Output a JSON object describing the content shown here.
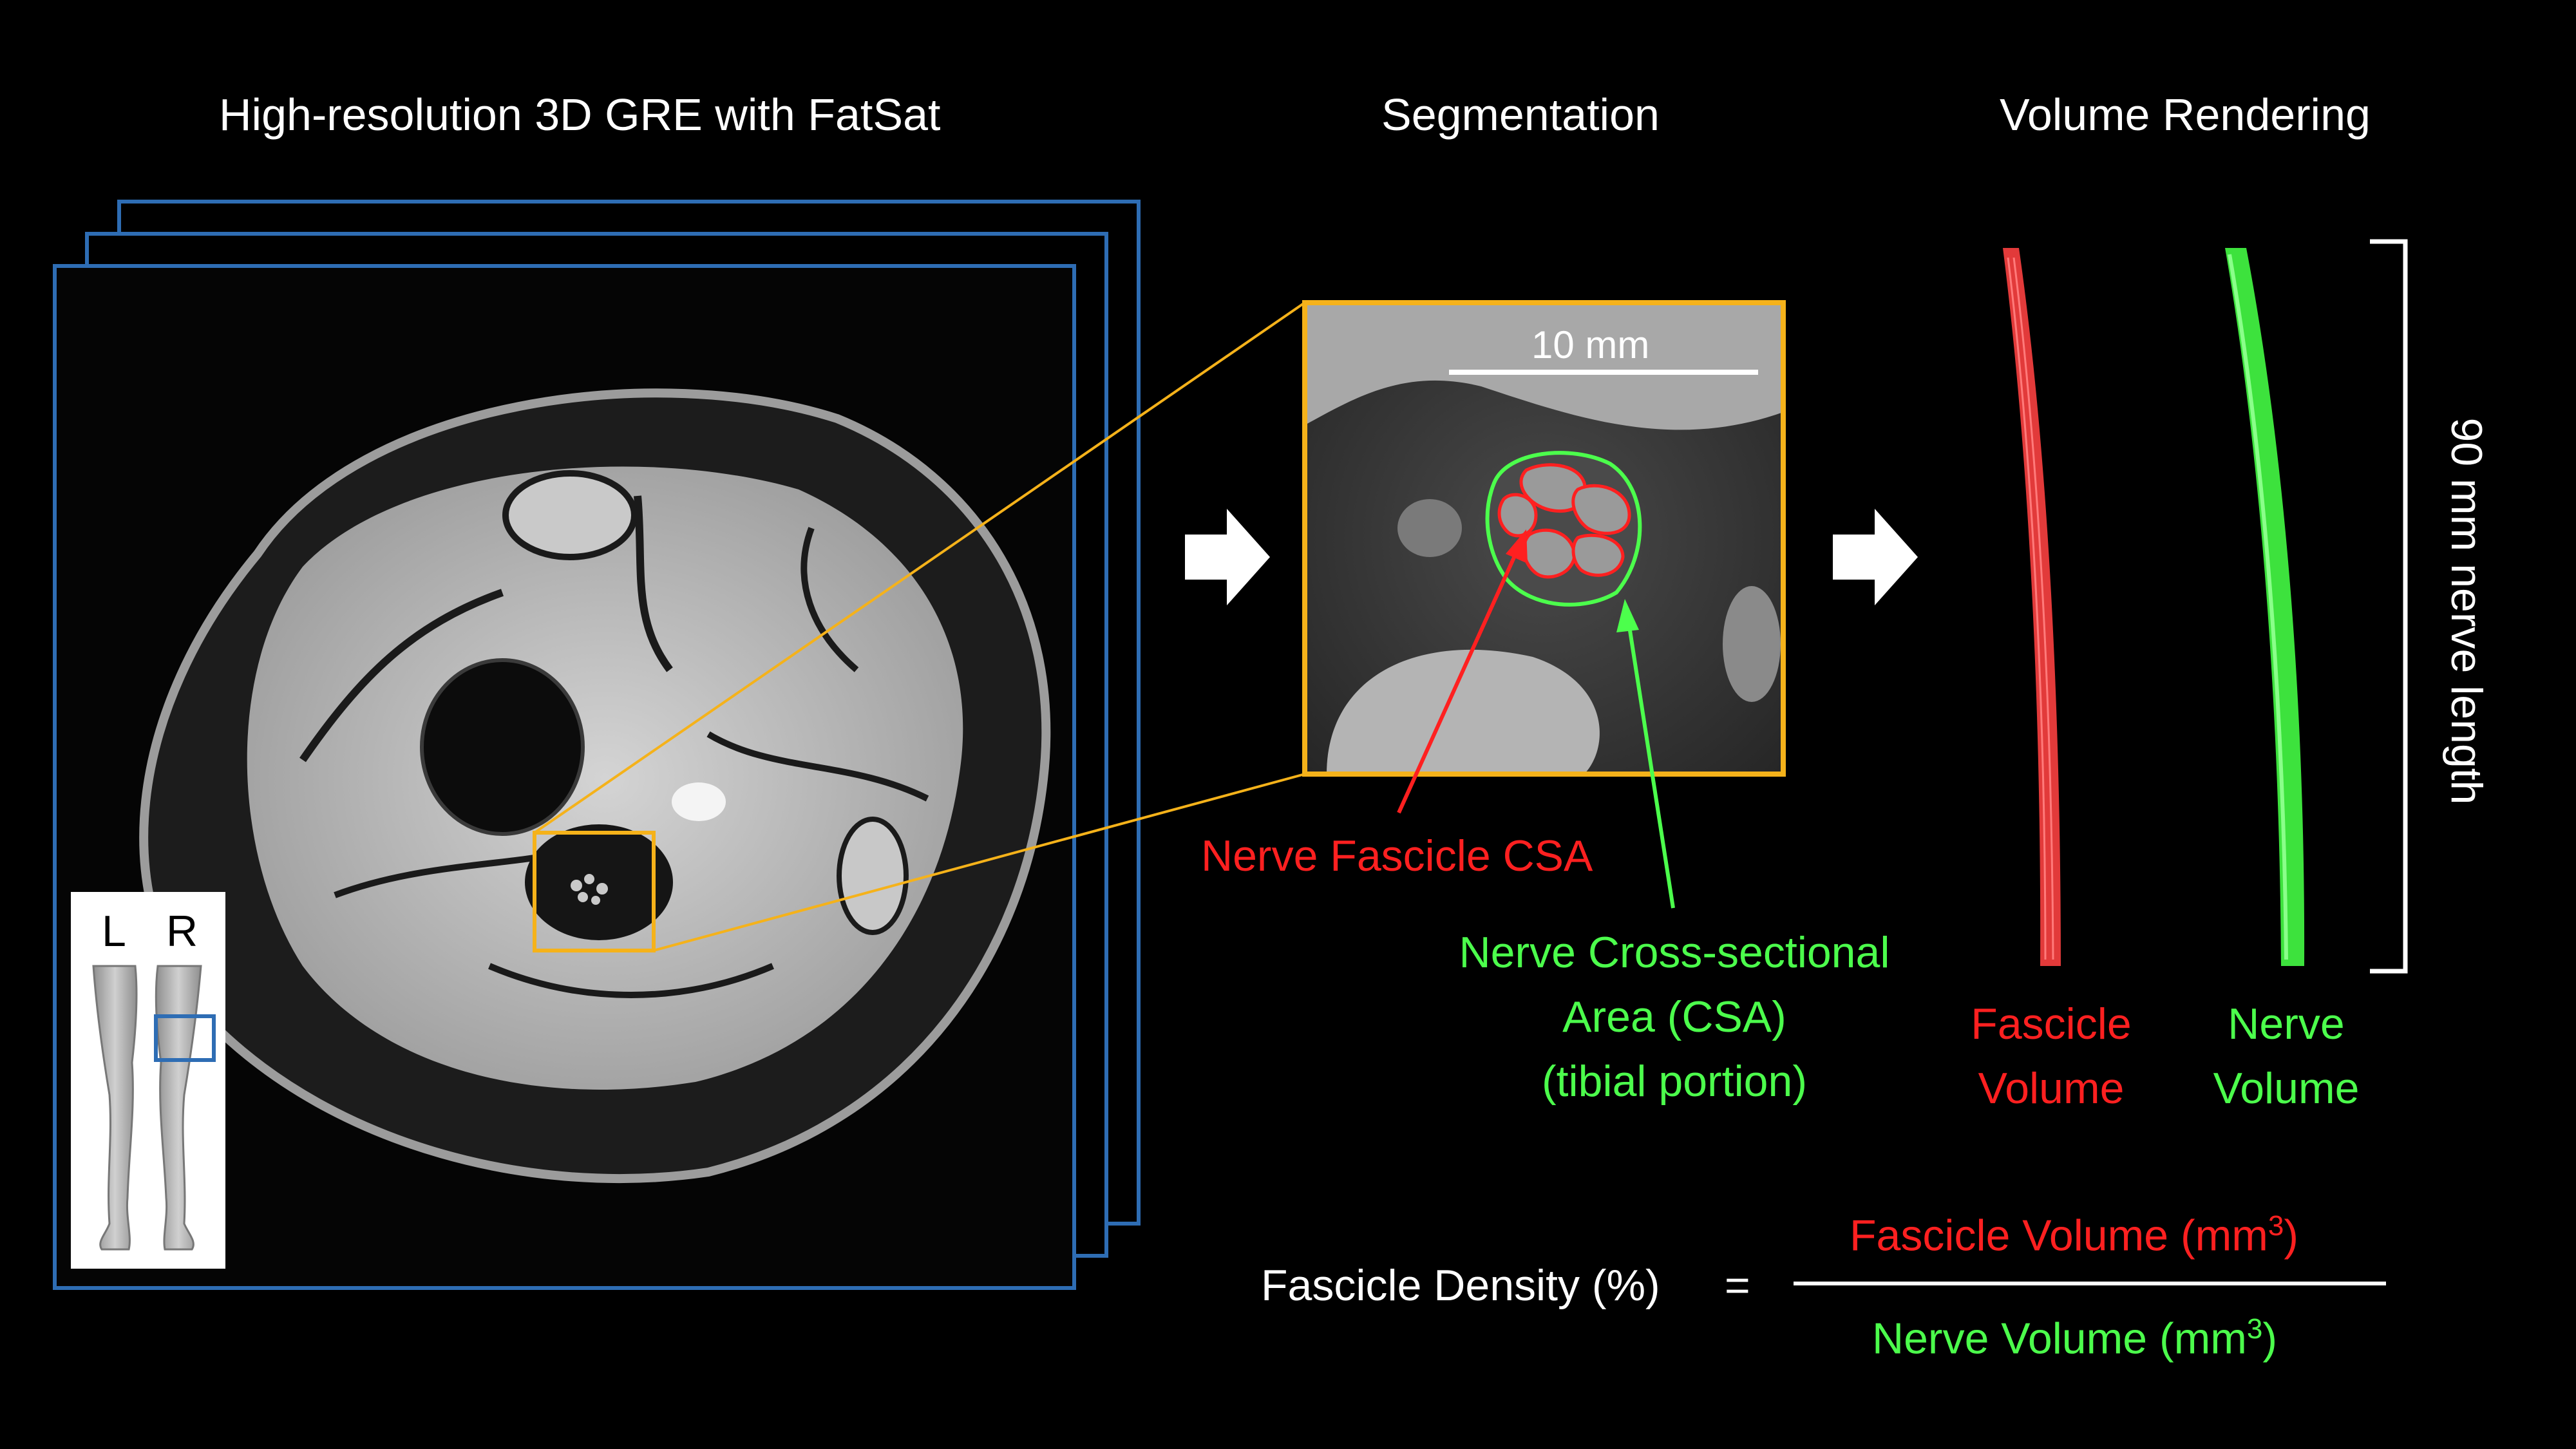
{
  "headers": {
    "mri": "High-resolution 3D GRE with FatSat",
    "segmentation": "Segmentation",
    "rendering": "Volume Rendering"
  },
  "inset": {
    "left_label": "L",
    "right_label": "R"
  },
  "zoom": {
    "scale_label": "10 mm"
  },
  "annotations": {
    "fascicle_csa": "Nerve Fascicle CSA",
    "nerve_csa_line1": "Nerve Cross-sectional",
    "nerve_csa_line2": "Area (CSA)",
    "nerve_csa_line3": "(tibial portion)"
  },
  "rendering": {
    "fascicle_line1": "Fascicle",
    "fascicle_line2": "Volume",
    "nerve_line1": "Nerve",
    "nerve_line2": "Volume",
    "length_label": "90 mm nerve length"
  },
  "formula": {
    "lhs": "Fascicle Density (%)",
    "equals": "=",
    "numerator": "Fascicle Volume (mm",
    "denominator": "Nerve Volume (mm",
    "exponent": "3",
    "close": ")"
  },
  "colors": {
    "frame_blue": "#2e6db4",
    "highlight_orange": "#f5b21a",
    "fascicle_red": "#ff2020",
    "nerve_green": "#4cff4c"
  }
}
